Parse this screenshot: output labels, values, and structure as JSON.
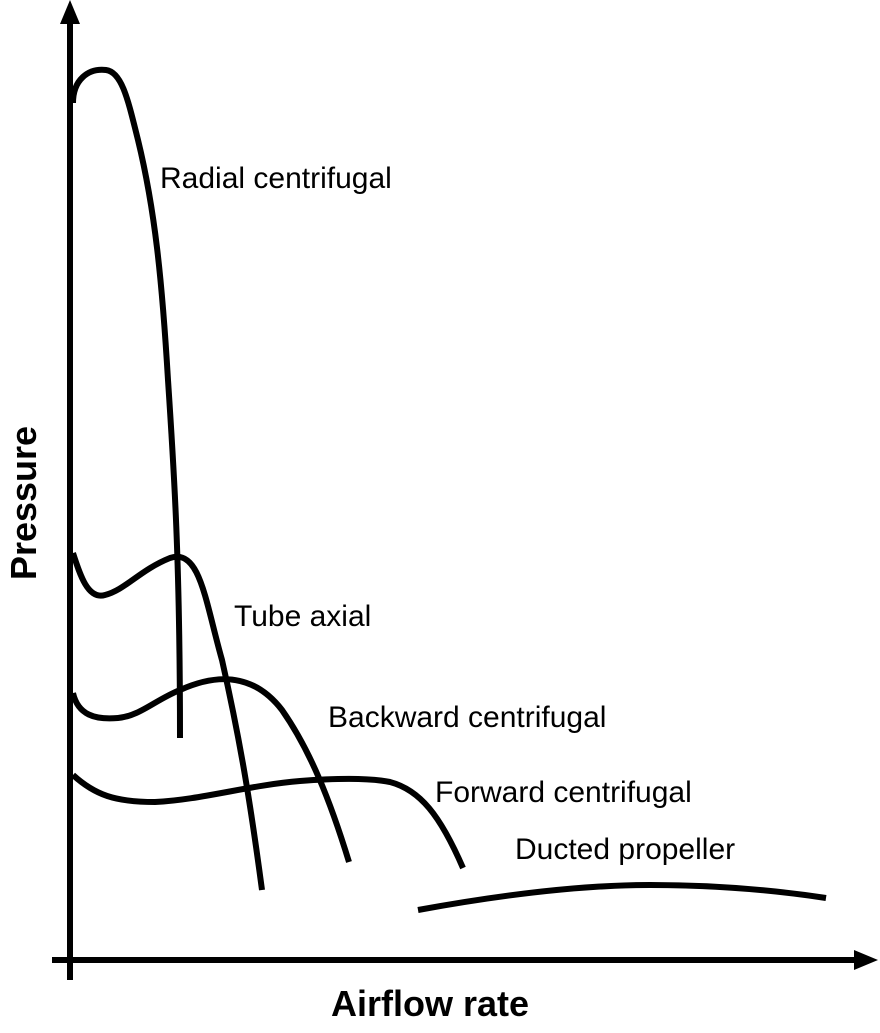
{
  "axes": {
    "x_label": "Airflow rate",
    "y_label": "Pressure"
  },
  "curves": [
    {
      "id": "radial",
      "label": "Radial centrifugal"
    },
    {
      "id": "tube",
      "label": "Tube axial"
    },
    {
      "id": "backward",
      "label": "Backward centrifugal"
    },
    {
      "id": "forward",
      "label": "Forward centrifugal"
    },
    {
      "id": "ducted",
      "label": "Ducted propeller"
    }
  ],
  "colors": {
    "line": "#000000",
    "background": "#ffffff"
  }
}
